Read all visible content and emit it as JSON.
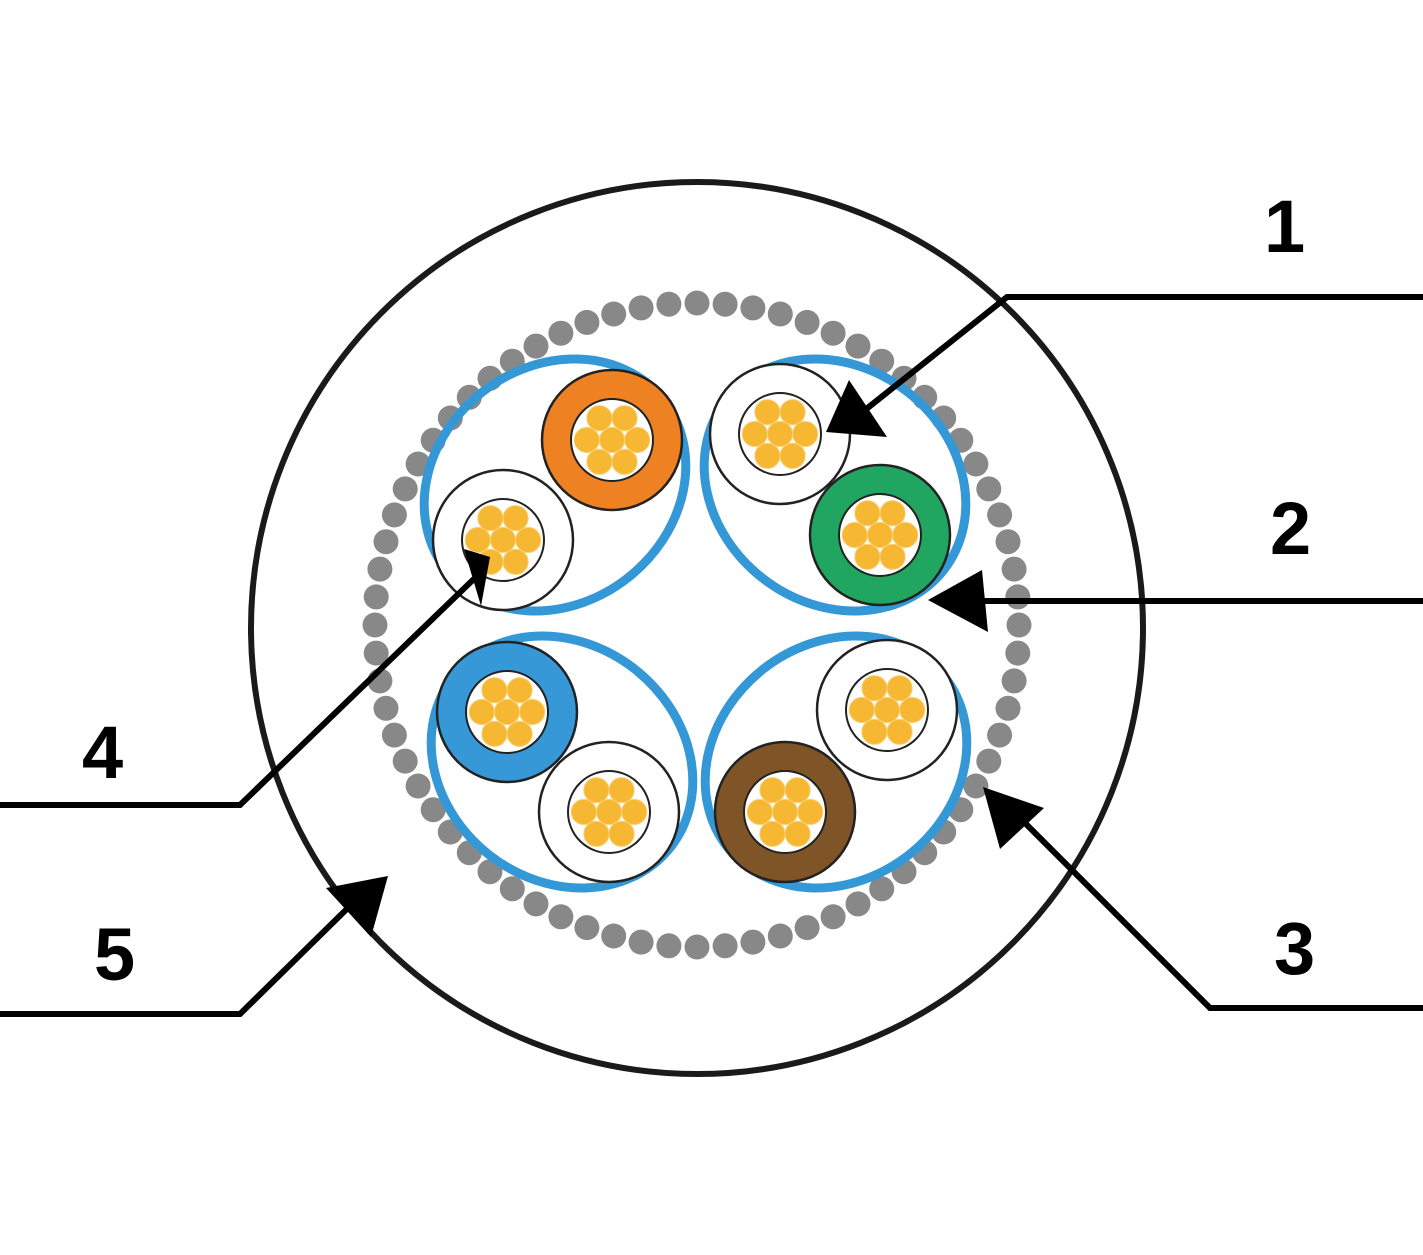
{
  "callouts": [
    {
      "label": "1",
      "target": "conductor-insulation"
    },
    {
      "label": "2",
      "target": "pair-foil-shield"
    },
    {
      "label": "3",
      "target": "braid-screen"
    },
    {
      "label": "4",
      "target": "copper-conductor"
    },
    {
      "label": "5",
      "target": "outer-jacket"
    }
  ],
  "pairs": [
    {
      "name": "orange-pair",
      "colored": "#ee8122",
      "white": "#ffffff"
    },
    {
      "name": "green-pair",
      "colored": "#20a660",
      "white": "#ffffff"
    },
    {
      "name": "blue-pair",
      "colored": "#3798d8",
      "white": "#ffffff"
    },
    {
      "name": "brown-pair",
      "colored": "#7f5527",
      "white": "#ffffff"
    }
  ],
  "colors": {
    "foil": "#3598d6",
    "braid": "#888888",
    "copper": "#f6b733",
    "jacket": "#1a1a1a",
    "arrow": "#000000"
  }
}
